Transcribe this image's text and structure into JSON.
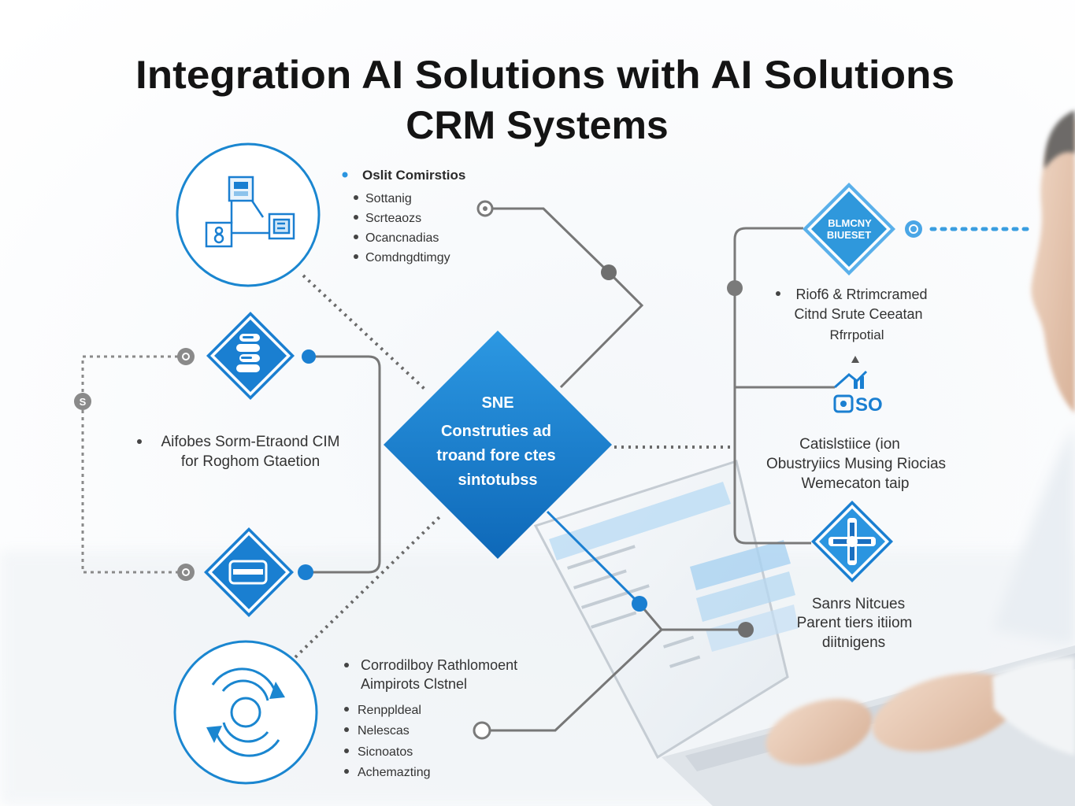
{
  "title": {
    "line1": "Integration AI Solutions with AI Solutions",
    "line2": "CRM Systems"
  },
  "top_list": {
    "heading": "Oslit Comirstios",
    "items": [
      "Sottanig",
      "Scrteaozs",
      "Ocancnadias",
      "Comdngdtimgy"
    ]
  },
  "left_block": {
    "line1": "Aifobes Sorm-Etraond CIM",
    "line2": "for Roghom Gtaetion"
  },
  "center_hub": {
    "title": "SNE",
    "lines": [
      "Construties ad",
      "troand fore ctes",
      "sintotubss"
    ]
  },
  "right_badge": {
    "line1": "BLMCNY",
    "line2": "BIUESET"
  },
  "right_block_1": {
    "lines": [
      "Riof6 & Rtrimcramed",
      "Citnd Srute Ceeatan",
      "Rfrrpotial"
    ]
  },
  "right_icon_label": "SO",
  "right_block_2": {
    "lines": [
      "Catislstiice (ion",
      "Obustryiics Musing Riocias",
      "Wemecaton taip"
    ]
  },
  "right_block_3": {
    "lines": [
      "Sanrs Nitcues",
      "Parent tiers itiiom",
      "diitnigens"
    ]
  },
  "bottom_list": {
    "heading_lines": [
      "Corrodilboy Rathlomoent",
      "Aimpirots Clstnel"
    ],
    "items": [
      "Renppldeal",
      "Nelescas",
      "Sicnoatos",
      "Achemazting"
    ]
  },
  "connector_badge": "S",
  "colors": {
    "primary_blue": "#1a7fd1",
    "light_blue": "#4aa6e6",
    "connector_gray": "#7a7a7a",
    "text_dark": "#333333"
  },
  "icons": {
    "top_circle": "org-chart-icon",
    "left_diamond_top": "database-stack-icon",
    "left_diamond_bottom": "card-icon",
    "bottom_circle": "sync-arrows-icon",
    "right_small": "home-analytics-icon",
    "right_diamond_bottom": "plus-network-icon"
  }
}
